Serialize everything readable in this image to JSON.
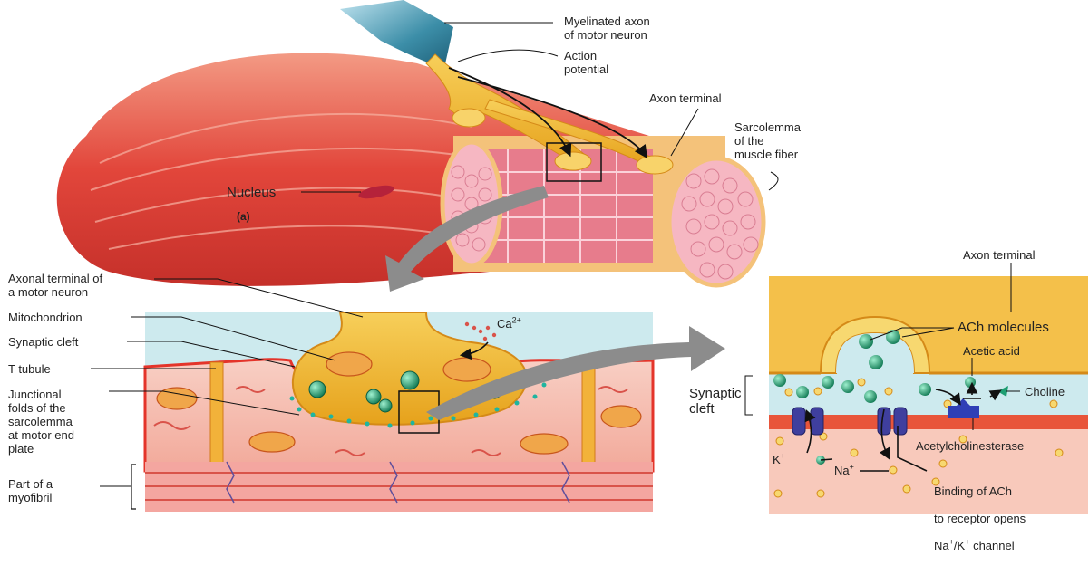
{
  "panel_a": {
    "tag": "(a)",
    "labels": {
      "myelinated_axon": "Myelinated axon\nof motor neuron",
      "action_potential": "Action\npotential",
      "axon_terminal": "Axon terminal",
      "sarcolemma": "Sarcolemma\nof the\nmuscle fiber",
      "nucleus": "Nucleus"
    }
  },
  "panel_b": {
    "labels": {
      "axonal_terminal": "Axonal terminal of\na motor neuron",
      "mitochondrion": "Mitochondrion",
      "synaptic_cleft": "Synaptic cleft",
      "t_tubule": "T tubule",
      "junctional_folds": "Junctional\nfolds of the\nsarcolemma\nat motor end\nplate",
      "myofibril": "Part of a\nmyofibril",
      "calcium": "Ca",
      "calcium_charge": "2+"
    }
  },
  "panel_c": {
    "labels": {
      "axon_terminal": "Axon terminal",
      "ach_molecules": "ACh molecules",
      "acetic_acid": "Acetic acid",
      "choline": "Choline",
      "synaptic_cleft": "Synaptic\ncleft",
      "ache": "Acetylcholinesterase",
      "potassium": "K",
      "potassium_charge": "+",
      "sodium": "Na",
      "sodium_charge": "+",
      "binding_1": "Binding of ACh",
      "binding_2": "to receptor opens",
      "binding_3a": "Na",
      "binding_3b": "+",
      "binding_3c": "/K",
      "binding_3d": "+",
      "binding_3e": " channel"
    }
  },
  "colors": {
    "muscle_red": "#e2463b",
    "muscle_light": "#f08a7c",
    "fiber_pink": "#f6b7c2",
    "axon_yellow": "#f2c13b",
    "cleft_blue": "#cdeaee",
    "ach_green": "#1e9e72",
    "arrow_gray": "#8c8c8c"
  }
}
